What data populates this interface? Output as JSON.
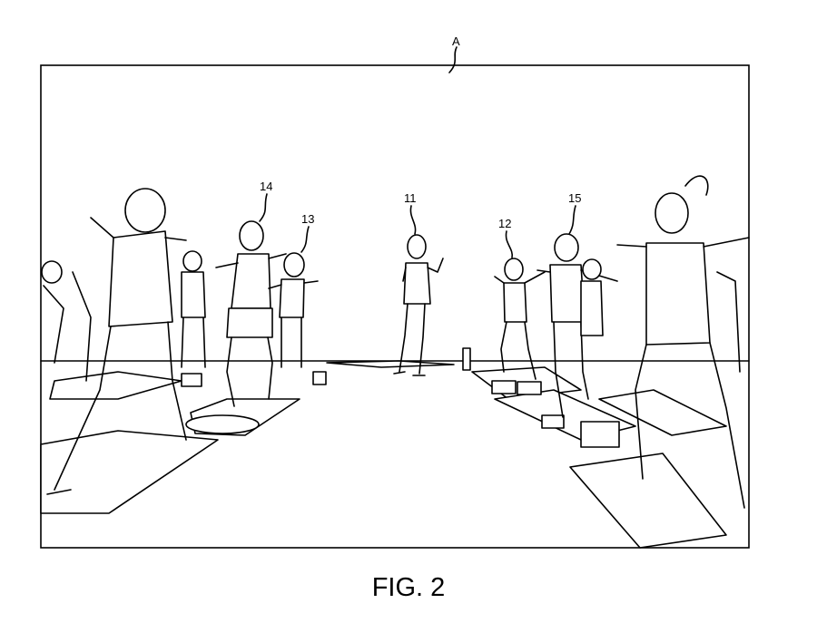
{
  "figure": {
    "view_label": "A",
    "labels": {
      "instructor": "11",
      "participant_12": "12",
      "participant_13": "13",
      "participant_14": "14",
      "participant_15": "15"
    },
    "caption": "FIG. 2"
  }
}
